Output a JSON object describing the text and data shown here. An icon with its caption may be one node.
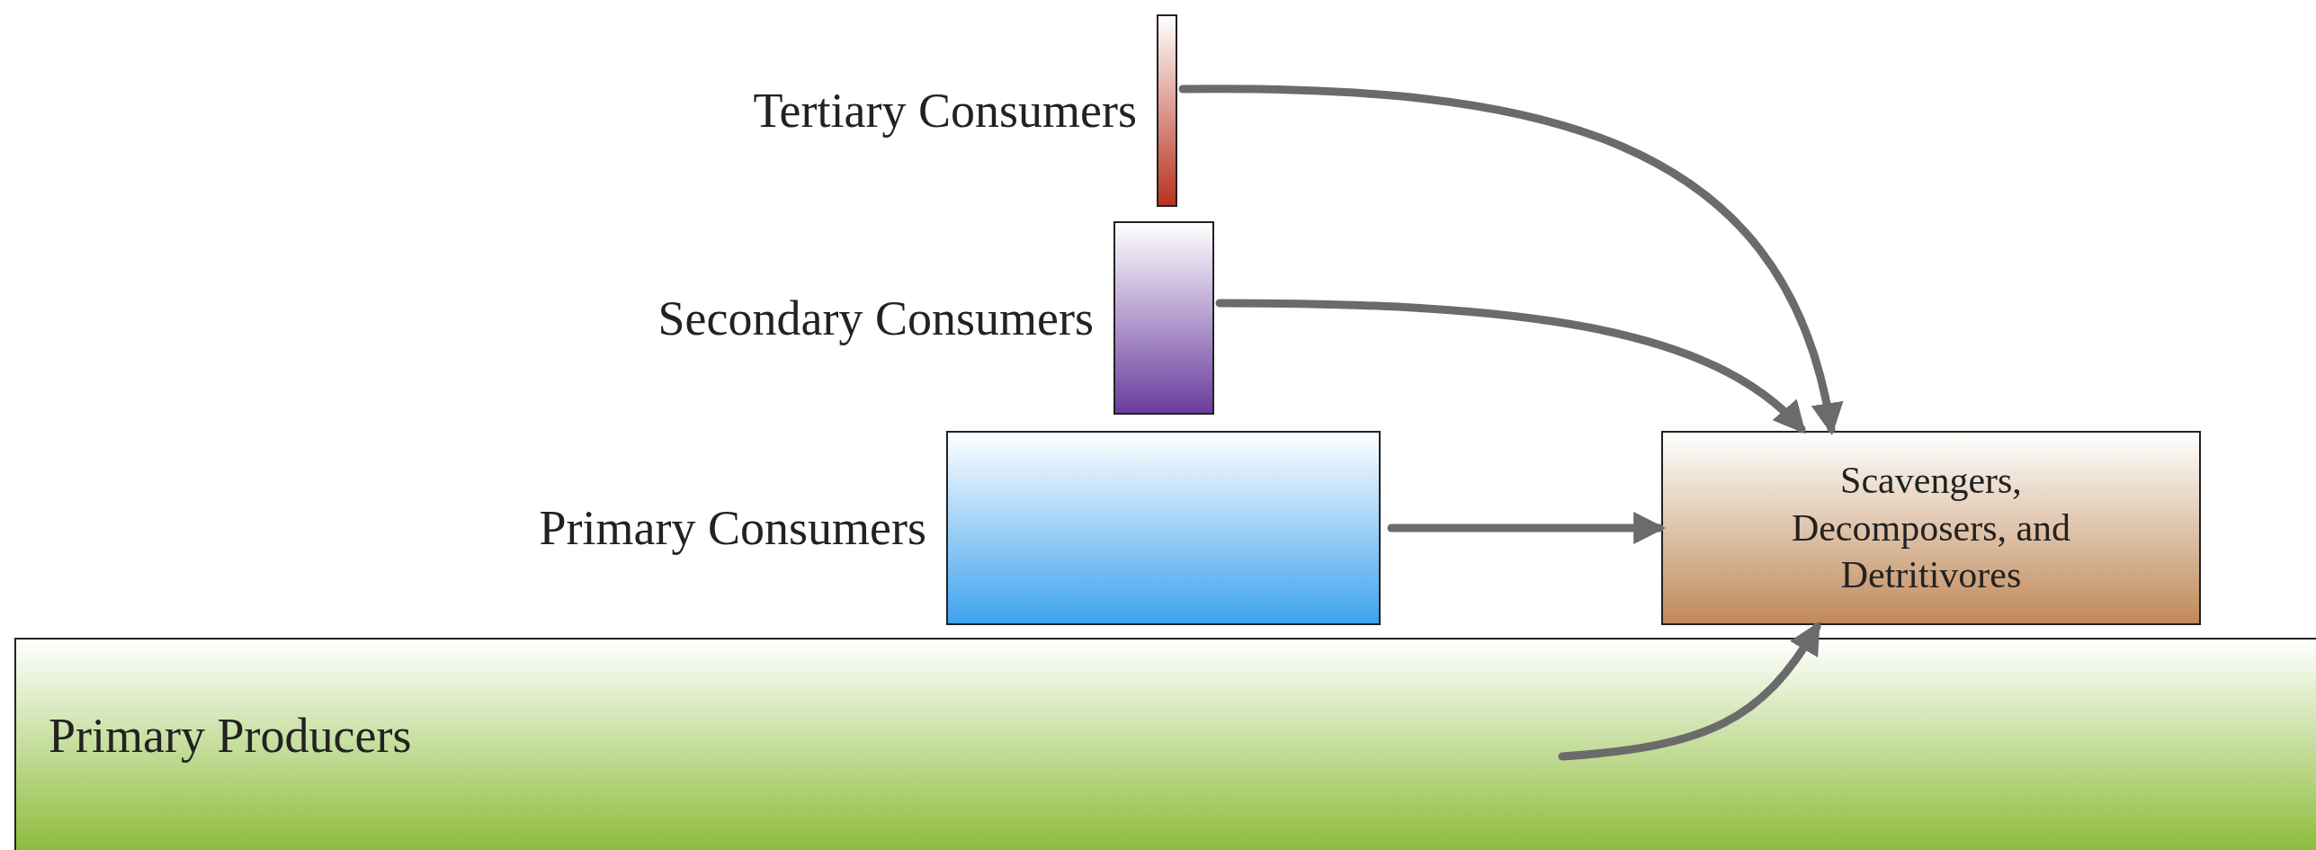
{
  "diagram": {
    "nodes": [
      {
        "text": [
          "Tertiary Consumers"
        ]
      },
      {
        "text": [
          "Secondary Consumers"
        ]
      },
      {
        "text": [
          "Primary Consumers"
        ]
      },
      {
        "text": [
          "Scavengers, Decomposers, and Detritivores"
        ]
      },
      {
        "text": [
          "Primary Producers"
        ]
      }
    ],
    "edges": [
      {
        "from": 0,
        "to": 3,
        "arrow": "to"
      },
      {
        "from": 1,
        "to": 3,
        "arrow": "to"
      },
      {
        "from": 2,
        "to": 3,
        "arrow": "to"
      },
      {
        "from": 4,
        "to": 3,
        "arrow": "to"
      }
    ]
  }
}
